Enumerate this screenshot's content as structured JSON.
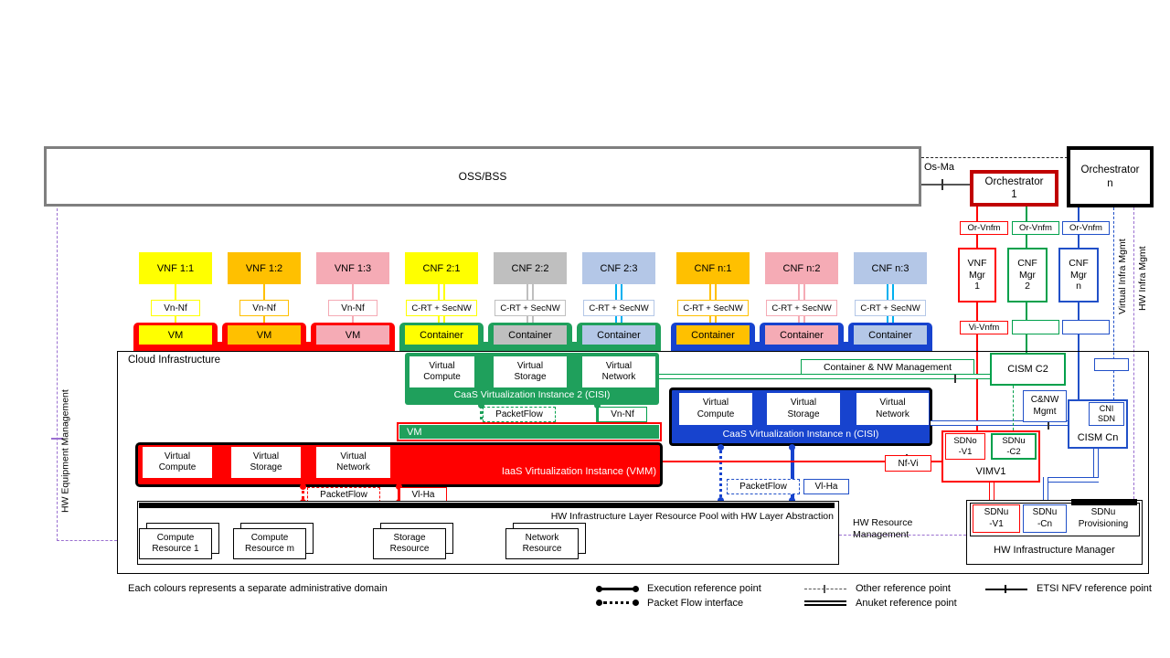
{
  "note": "Each colours represents a separate administrative domain",
  "colors": {
    "red": "#FF0000",
    "dkred": "#C00000",
    "green": "#00A04B",
    "greenfill": "#1FA05C",
    "blue": "#2150C8",
    "bluefill": "#1743CE",
    "yellow": "#FFFF00",
    "orange": "#FFC000",
    "pink": "#F5ABB5",
    "gray": "#BFBFBF",
    "ltblue": "#B4C7E7",
    "cyan": "#00B0F0",
    "purple": "#9A6FD0",
    "grayborder": "#7F7F7F"
  },
  "top": {
    "oss_bss": "OSS/BSS",
    "os_ma": "Os-Ma",
    "orchestrator_1": "Orchestrator\n1",
    "orchestrator_n": "Orchestrator\nn"
  },
  "mgmt": {
    "or_vnfm_1": "Or-Vnfm",
    "or_vnfm_2": "Or-Vnfm",
    "or_vnfm_3": "Or-Vnfm",
    "vnf_mgr_1": "VNF\nMgr\n1",
    "cnf_mgr_2": "CNF\nMgr\n2",
    "cnf_mgr_n": "CNF\nMgr\nn",
    "vi_vnfm": "Vi-Vnfm",
    "virtual_infra": "Virtual Infra Mgmt",
    "hw_infra": "HW Infra Mgmt",
    "hw_equipment": "HW Equipment Management",
    "hw_resource": "HW Resource\nManagement"
  },
  "columns": [
    {
      "name": "VNF 1:1",
      "ref": "Vn-Nf",
      "host": "VM",
      "fill": "#FFFF00",
      "domain": "red"
    },
    {
      "name": "VNF 1:2",
      "ref": "Vn-Nf",
      "host": "VM",
      "fill": "#FFC000",
      "domain": "red"
    },
    {
      "name": "VNF 1:3",
      "ref": "Vn-Nf",
      "host": "VM",
      "fill": "#F5ABB5",
      "domain": "red"
    },
    {
      "name": "CNF 2:1",
      "ref": "C-RT + SecNW",
      "host": "Container",
      "fill": "#FFFF00",
      "domain": "green"
    },
    {
      "name": "CNF 2:2",
      "ref": "C-RT + SecNW",
      "host": "Container",
      "fill": "#BFBFBF",
      "domain": "green"
    },
    {
      "name": "CNF 2:3",
      "ref": "C-RT + SecNW",
      "host": "Container",
      "fill": "#B4C7E7",
      "domain": "green"
    },
    {
      "name": "CNF n:1",
      "ref": "C-RT + SecNW",
      "host": "Container",
      "fill": "#FFC000",
      "domain": "blue"
    },
    {
      "name": "CNF n:2",
      "ref": "C-RT + SecNW",
      "host": "Container",
      "fill": "#F5ABB5",
      "domain": "blue"
    },
    {
      "name": "CNF n:3",
      "ref": "C-RT + SecNW",
      "host": "Container",
      "fill": "#B4C7E7",
      "domain": "blue"
    }
  ],
  "cloud": {
    "label": "Cloud Infrastructure",
    "cisi2": {
      "title": "CaaS Virtualization Instance 2 (CISI)",
      "compute": "Virtual\nCompute",
      "storage": "Virtual\nStorage",
      "network": "Virtual\nNetwork",
      "packetflow": "PacketFlow",
      "vn_nf": "Vn-Nf"
    },
    "vm_bar": "VM",
    "iaas": {
      "title": "IaaS Virtualization Instance (VMM)",
      "compute": "Virtual\nCompute",
      "storage": "Virtual\nStorage",
      "network": "Virtual\nNetwork",
      "packetflow": "PacketFlow",
      "vl_ha": "Vl-Ha"
    },
    "cisin": {
      "title": "CaaS Virtualization Instance n (CISI)",
      "compute": "Virtual\nCompute",
      "storage": "Virtual\nStorage",
      "network": "Virtual\nNetwork",
      "packetflow": "PacketFlow",
      "vl_ha": "Vl-Ha"
    },
    "container_nw": "Container & NW Management",
    "cism_c2": "CISM C2",
    "cnw_mgmt": "C&NW\nMgmt",
    "cism_cn": "CISM Cn",
    "cni_sdn": "CNI\nSDN",
    "nf_vi": "Nf-Vi",
    "vim_title": "VIMV1",
    "sdno_v1": "SDNo\n-V1",
    "sdnu_c2": "SDNu\n-C2",
    "pool_title": "HW Infrastructure Layer Resource Pool with HW Layer Abstraction",
    "res_1": "Compute\nResource 1",
    "res_2": "Compute\nResource m",
    "res_3": "Storage\nResource",
    "res_4": "Network\nResource",
    "him_title": "HW Infrastructure Manager",
    "sdnu_v1": "SDNu\n-V1",
    "sdnu_cn": "SDNu\n-Cn",
    "sdnu_prov": "SDNu\nProvisioning"
  },
  "legend": {
    "execution": "Execution reference point",
    "packet": "Packet Flow interface",
    "other": "Other reference point",
    "anuket": "Anuket reference point",
    "etsi": "ETSI NFV reference point"
  }
}
